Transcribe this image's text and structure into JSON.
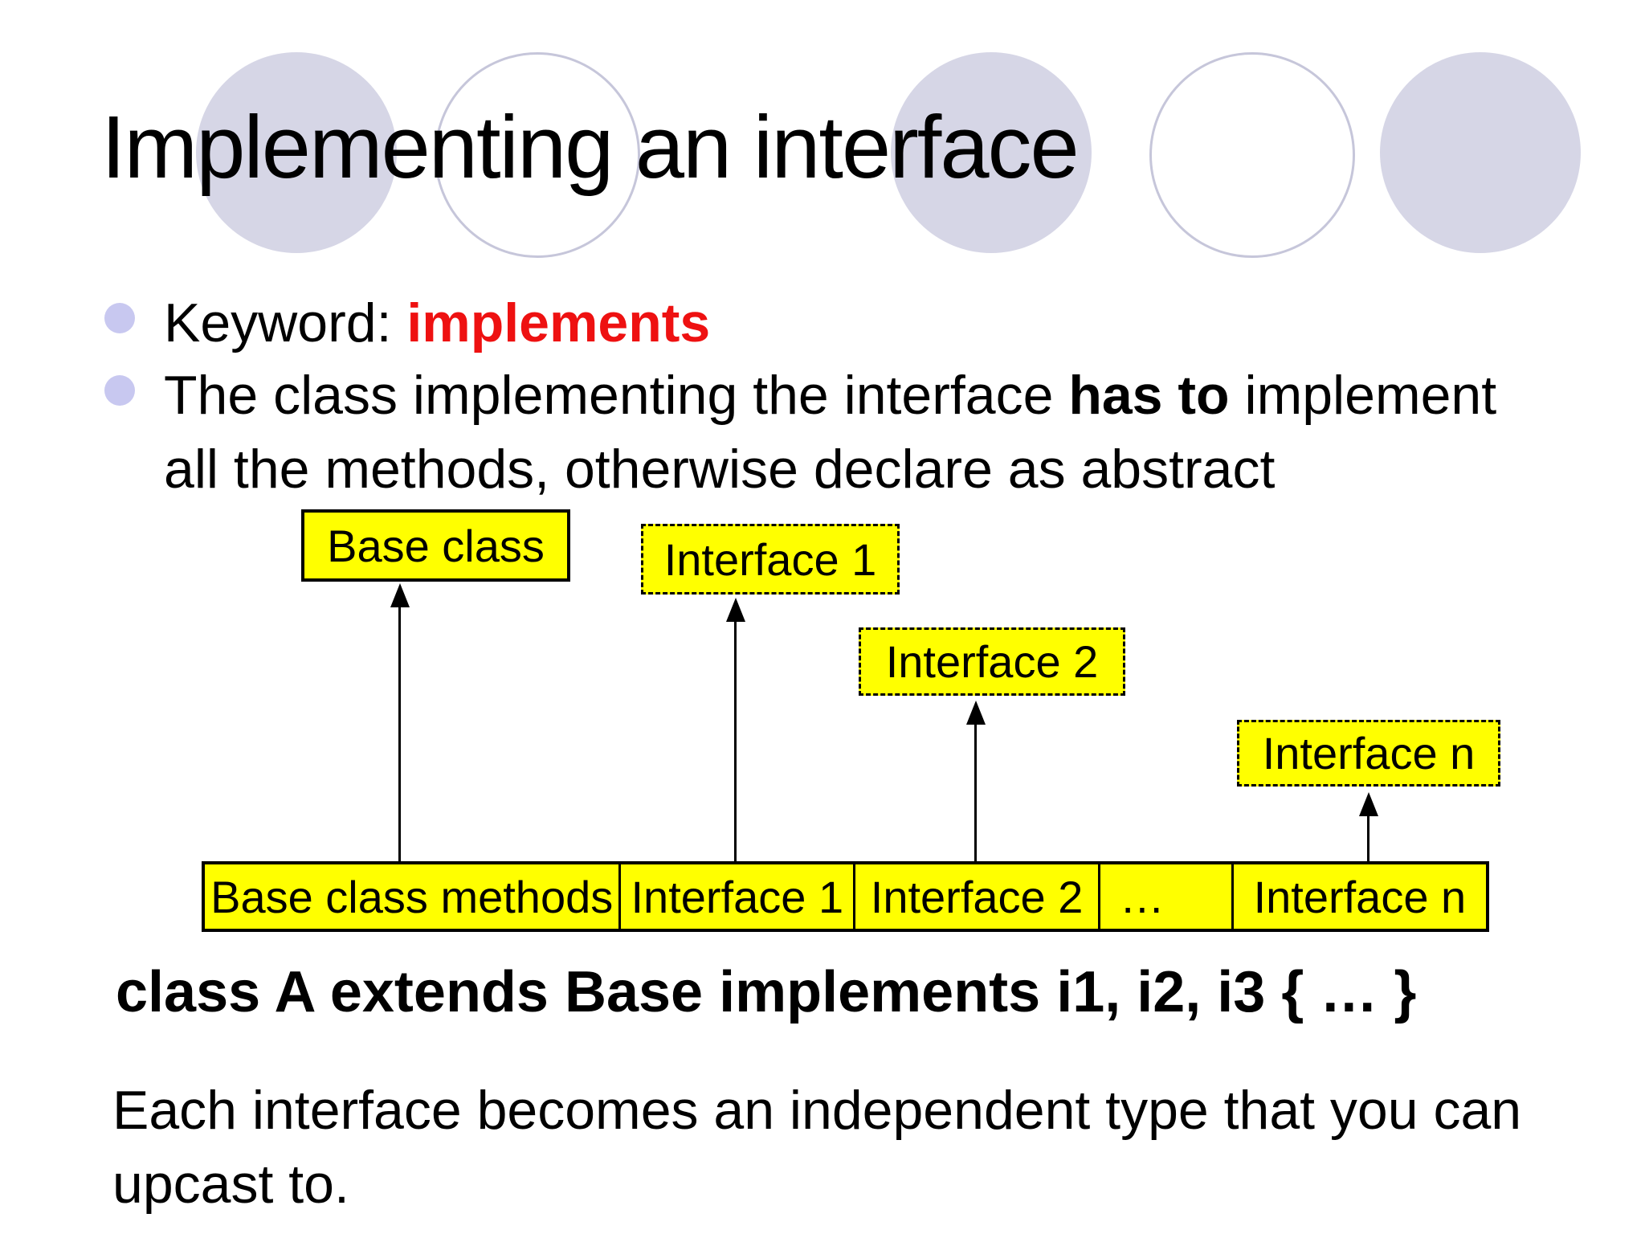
{
  "slide": {
    "title": "Implementing an interface",
    "bullets": {
      "bullet1": {
        "segments": [
          {
            "text": "Keyword: ",
            "style": "normal"
          },
          {
            "text": "implements",
            "style": "bold-red"
          }
        ]
      },
      "bullet2": {
        "line1_segments": [
          {
            "text": "The class implementing the interface ",
            "style": "normal"
          },
          {
            "text": "has to",
            "style": "bold"
          },
          {
            "text": " implement",
            "style": "normal"
          }
        ],
        "line2": "all the methods, otherwise declare as abstract"
      }
    },
    "diagram": {
      "boxes": [
        {
          "id": "base-class",
          "label": "Base class",
          "border": "solid"
        },
        {
          "id": "interface-1",
          "label": "Interface 1",
          "border": "dash-dot"
        },
        {
          "id": "interface-2",
          "label": "Interface 2",
          "border": "dash-dot"
        },
        {
          "id": "interface-n",
          "label": "Interface n",
          "border": "dash-dot"
        }
      ],
      "bar_segments": [
        "Base class methods",
        "Interface 1",
        "Interface 2",
        "…",
        "Interface n"
      ]
    },
    "code_line": "class A extends Base implements i1, i2, i3 { … }",
    "footer": {
      "line1": "Each interface becomes an independent type that you can",
      "line2": "upcast to."
    },
    "colors": {
      "accent_red": "#ee1111",
      "box_yellow": "#ffff00",
      "circle_fill": "#d6d6e6",
      "circle_stroke": "#c6c6da",
      "bullet_dot": "#c8c8f0",
      "text": "#000000",
      "background": "#ffffff"
    }
  }
}
